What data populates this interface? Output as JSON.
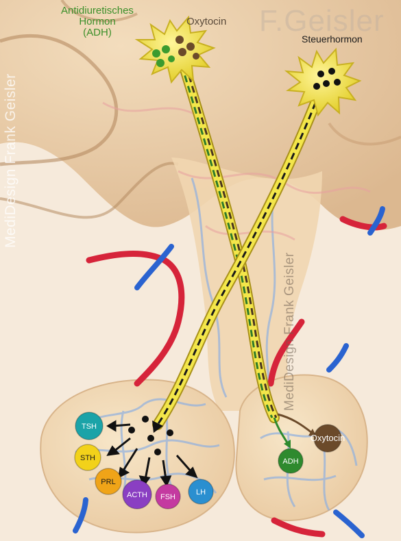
{
  "labels": {
    "adh": "Antidiuretisches\nHormon\n(ADH)",
    "oxytocin": "Oxytocin",
    "steuerhormon": "Steuerhormon"
  },
  "watermarks": {
    "left": "MediDesign Frank Geisler",
    "middle": "MediDesign Frank Geisler",
    "top": "F.Geisler"
  },
  "hormones_anterior": [
    {
      "name": "TSH",
      "color": "#1ba3a8"
    },
    {
      "name": "STH",
      "color": "#f2d21a"
    },
    {
      "name": "PRL",
      "color": "#f0a418"
    },
    {
      "name": "ACTH",
      "color": "#8a3fc2"
    },
    {
      "name": "FSH",
      "color": "#c43aa0"
    },
    {
      "name": "LH",
      "color": "#2a8fd0"
    }
  ],
  "hormones_posterior": [
    {
      "name": "ADH",
      "color": "#2e8a2e"
    },
    {
      "name": "Oxytocin",
      "color": "#6b4a2a"
    }
  ],
  "colors": {
    "neuron": "#f3e64a",
    "tissue": "#f3dcb8",
    "artery": "#d6243a",
    "vein": "#2a63d0",
    "adh_granule": "#3b9b2f",
    "oxytocin_granule": "#6b4a2a"
  }
}
